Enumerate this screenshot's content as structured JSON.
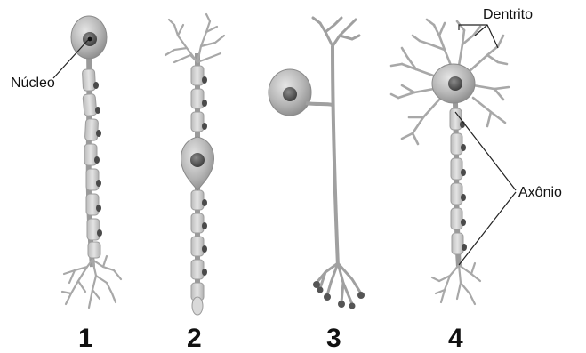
{
  "labels": {
    "nucleus": "Núcleo",
    "dendrite": "Dentrito",
    "axon": "Axônio"
  },
  "numbers": [
    "1",
    "2",
    "3",
    "4"
  ],
  "colors": {
    "membrane": "#bdbdbd",
    "membrane_dark": "#8f8f8f",
    "nucleus": "#555555",
    "myelin": "#d2d2d2",
    "schwann_nucleus": "#4a4a4a",
    "line": "#222222"
  }
}
